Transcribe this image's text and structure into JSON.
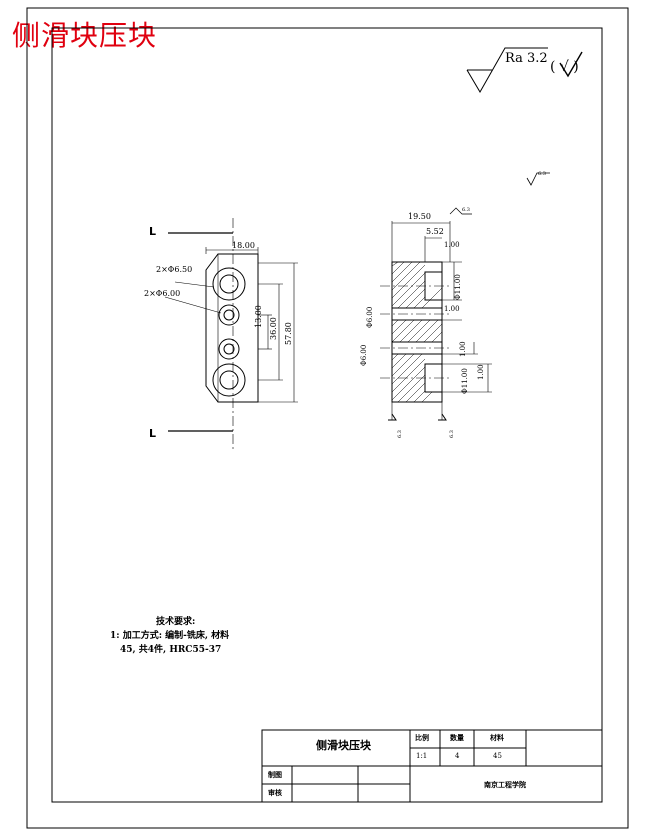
{
  "title": "侧滑块压块",
  "roughness": {
    "symbol_text": "Ra 3.2",
    "rest_text": "( √ )"
  },
  "small_roughness": "6.3",
  "section_marks": {
    "top": "L",
    "bottom": "L"
  },
  "front_view": {
    "hole_label_1": "2×Φ6.50",
    "hole_label_2": "2×Φ6.00",
    "dim_width": "18.00",
    "dim_inner": "13.00",
    "dim_mid": "36.00",
    "dim_total": "57.80"
  },
  "side_view": {
    "dim_top": "19.50",
    "dim_step": "5.52",
    "dim_edge_1": "1.00",
    "dim_edge_2": "1.00",
    "dim_edge_3": "1.00",
    "dim_edge_4": "1.00",
    "dia_1": "Φ11.00",
    "dia_2": "Φ6.00",
    "dia_3": "Φ6.00",
    "dia_4": "Φ11.00",
    "roughness_a": "6.3",
    "roughness_b": "6.3",
    "roughness_c": "6.3"
  },
  "tech_requirements": {
    "heading": "技术要求:",
    "line1": "1: 加工方式: 编制-铣床, 材料",
    "line2": "45, 共4件, HRC55-37"
  },
  "title_block": {
    "part_name": "侧滑块压块",
    "scale_label": "比例",
    "scale_value": "1:1",
    "qty_label": "数量",
    "qty_value": "4",
    "material_label": "材料",
    "material_value": "45",
    "drawn_label": "制图",
    "checked_label": "审核",
    "school": "南京工程学院"
  }
}
